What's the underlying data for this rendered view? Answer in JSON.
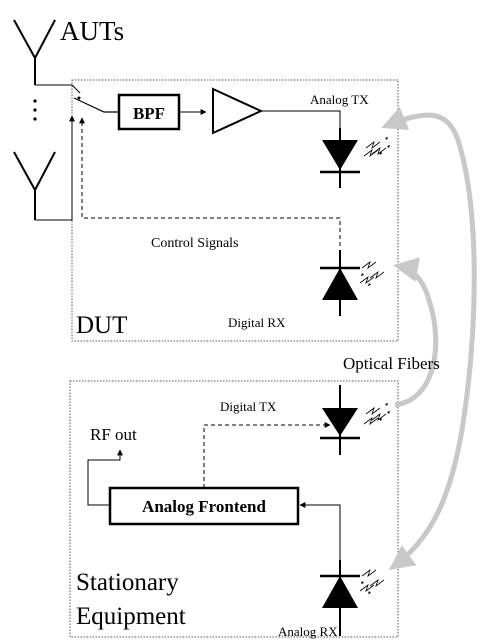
{
  "labels": {
    "auts": "AUTs",
    "bpf": "BPF",
    "analog_tx": "Analog TX",
    "control_signals": "Control Signals",
    "dut": "DUT",
    "digital_rx": "Digital RX",
    "optical_fibers": "Optical Fibers",
    "digital_tx": "Digital TX",
    "rf_out": "RF out",
    "analog_frontend": "Analog Frontend",
    "stationary_line1": "Stationary",
    "stationary_line2": "Equipment",
    "analog_rx": "Analog RX"
  },
  "colors": {
    "line": "#000000",
    "fiber": "#c8c8c8",
    "box_border": "#555555"
  }
}
